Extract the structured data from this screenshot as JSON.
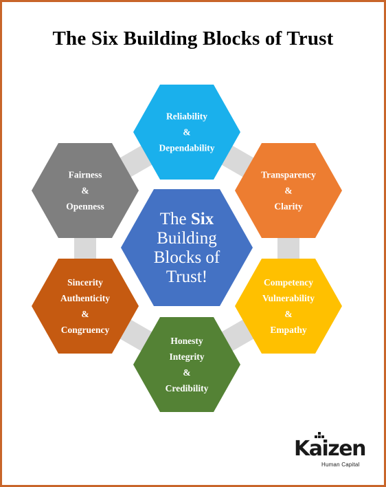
{
  "title": "The Six Building Blocks of Trust",
  "center": {
    "color": "#4472c4",
    "lines": [
      [
        {
          "text": "The ",
          "bold": false
        },
        {
          "text": "Six",
          "bold": true
        }
      ],
      [
        {
          "text": "Building",
          "bold": false
        }
      ],
      [
        {
          "text": "Blocks of",
          "bold": false
        }
      ],
      [
        {
          "text": "Trust!",
          "bold": false
        }
      ]
    ]
  },
  "blocks": [
    {
      "id": "reliability",
      "color": "#1ab0ec",
      "lines": [
        "Reliability",
        "&",
        "Dependability"
      ]
    },
    {
      "id": "transparency",
      "color": "#ed7d31",
      "lines": [
        "Transparency",
        "&",
        "Clarity"
      ]
    },
    {
      "id": "competency",
      "color": "#ffc000",
      "lines": [
        "Competency",
        "Vulnerability",
        "&",
        "Empathy"
      ]
    },
    {
      "id": "honesty",
      "color": "#548235",
      "lines": [
        "Honesty",
        "Integrity",
        "&",
        "Credibility"
      ]
    },
    {
      "id": "sincerity",
      "color": "#c55a11",
      "lines": [
        "Sincerity",
        "Authenticity",
        "&",
        "Congruency"
      ]
    },
    {
      "id": "fairness",
      "color": "#7f7f7f",
      "lines": [
        "Fairness",
        "&",
        "Openness"
      ]
    }
  ],
  "logo": {
    "word": "Kaizen",
    "subtitle": "Human Capital"
  }
}
